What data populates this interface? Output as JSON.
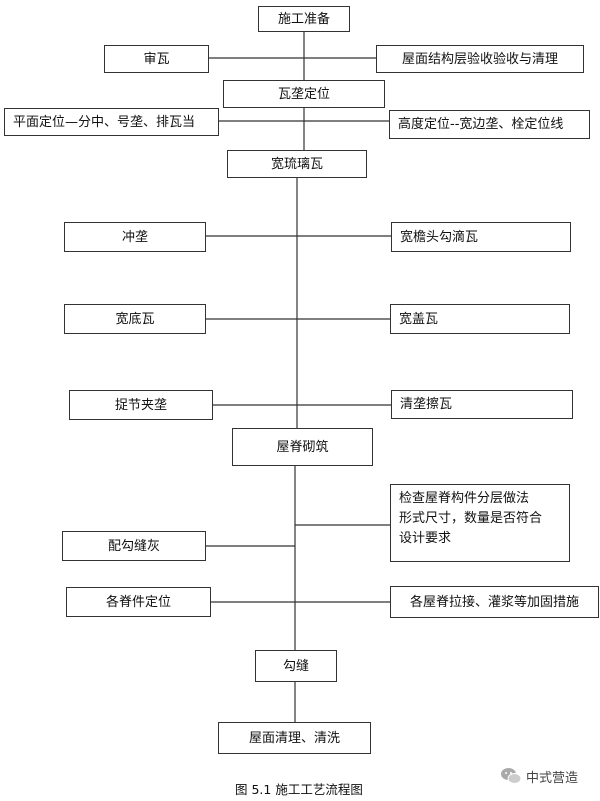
{
  "diagram": {
    "nodes": {
      "start": "施工准备",
      "review_tiles": "审瓦",
      "roof_acceptance": "屋面结构层验收验收与清理",
      "tile_layout": "瓦垄定位",
      "plane_layout": "平面定位—分中、号垄、排瓦当",
      "height_layout": "高度定位--宽边垄、栓定位线",
      "glazed_tiles": "宽琉璃瓦",
      "ridge_wash": "冲垄",
      "eave_tiles": "宽檐头勾滴瓦",
      "bottom_tiles": "宽底瓦",
      "cover_tiles": "宽盖瓦",
      "clip_ridge": "捉节夹垄",
      "clean_ridge": "清垄擦瓦",
      "ridge_build": "屋脊砌筑",
      "check_ridge": [
        "检查屋脊构件分层做法",
        "形式尺寸，数量是否符合",
        "设计要求"
      ],
      "pointing_mortar": "配勾缝灰",
      "ridge_parts": "各脊件定位",
      "reinforce": "各屋脊拉接、灌浆等加固措施",
      "joint": "勾缝",
      "finish": "屋面清理、清洗"
    },
    "caption": "图 5.1   施工工艺流程图",
    "watermark": "中式营造"
  }
}
